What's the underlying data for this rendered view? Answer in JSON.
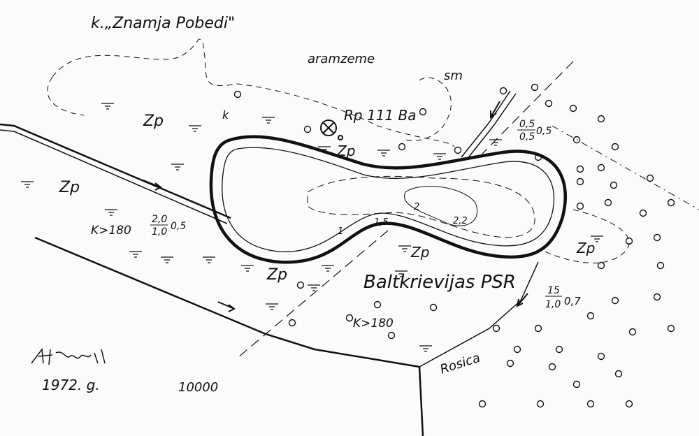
{
  "map": {
    "title_label": "k.„Znamja Pobedi\"",
    "arable_land": "aramzeme",
    "sm_label": "sm",
    "benchmark": "Rp 111 Ba",
    "region": "Baltkrievijas PSR",
    "river": "Rosica",
    "year": "1972. g.",
    "scale": "10000",
    "signature": "signature",
    "zp_labels": [
      "Zp",
      "Zp",
      "Zp",
      "Zp",
      "Zp",
      "Zp"
    ],
    "k_marker": "k",
    "permeability": [
      "K>180",
      "K>180"
    ],
    "depth_labels": [
      "1",
      "1,5",
      "2",
      "2,2"
    ],
    "fractions": [
      {
        "top": "2,0",
        "bottom": "1,0",
        "side": "0,5"
      },
      {
        "top": "0,5",
        "bottom": "0,5",
        "side": "0,5"
      },
      {
        "top": "15",
        "bottom": "1,0",
        "side": "0,7"
      }
    ]
  }
}
